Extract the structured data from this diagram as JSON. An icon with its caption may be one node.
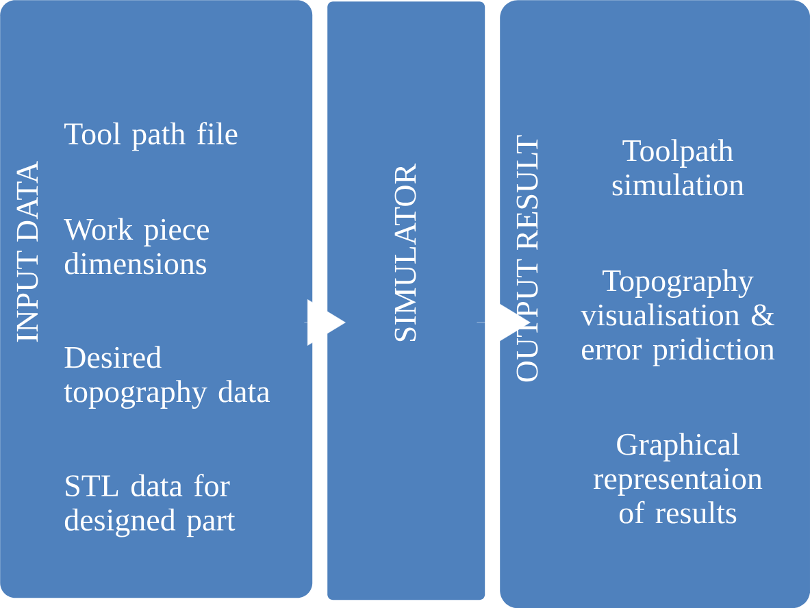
{
  "diagram": {
    "nodes": [
      {
        "text": [
          "INPUT DATA",
          "Tool path file",
          "Work piece dimensions",
          "Desired topography data",
          "STL data for designed part"
        ]
      },
      {
        "text": [
          "SIMULATOR"
        ]
      },
      {
        "text": [
          "OUTPUT RESULT",
          "Toolpath simulation",
          "Topography visualisation & error pridiction",
          "Graphical representaion of results"
        ]
      }
    ],
    "edges": [
      {
        "from": 0,
        "to": 1,
        "arrow": "to"
      },
      {
        "from": 1,
        "to": 2,
        "arrow": "to"
      }
    ]
  }
}
